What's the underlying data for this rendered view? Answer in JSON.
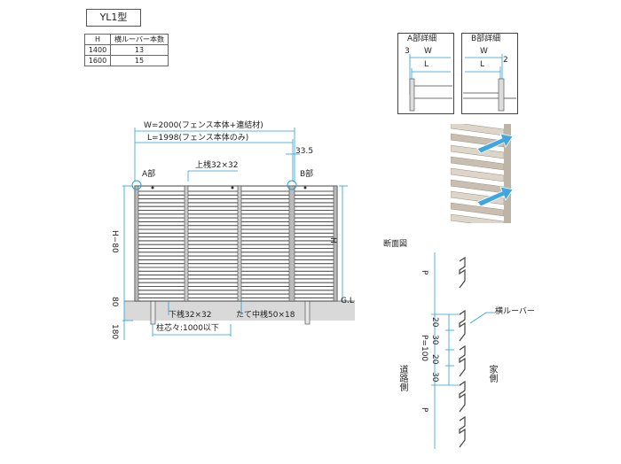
{
  "model": "YL1型",
  "table": {
    "headers": [
      "H",
      "横ルーバー本数"
    ],
    "rows": [
      [
        "1400",
        "13"
      ],
      [
        "1600",
        "15"
      ]
    ]
  },
  "front": {
    "w_label": "W=2000(フェンス本体+連結材)",
    "l_label": "L=1998(フェンス本体のみ)",
    "dim_335": "33.5",
    "a_part": "A部",
    "b_part": "B部",
    "top_rail": "上桟32×32",
    "h_label": "H",
    "h80_label": "H−80",
    "dim_80": "80",
    "dim_180": "180",
    "gl": "G.L",
    "bottom_rail": "下桟32×32",
    "mid_post": "たて中桟50×18",
    "post_pitch": "柱芯々:1000以下"
  },
  "detail_a": {
    "title": "A部詳細",
    "dim3": "3",
    "w": "W",
    "l": "L"
  },
  "detail_b": {
    "title": "B部詳細",
    "w": "W",
    "l": "L",
    "dim2": "2"
  },
  "section": {
    "title": "断面図",
    "p_top": "P",
    "p_bottom": "P",
    "p100": "P=100",
    "d20a": "20",
    "d30a": "30",
    "d20b": "20",
    "d30b": "30",
    "louver": "横ルーバー",
    "road_side": "道路側",
    "house_side": "家側"
  }
}
